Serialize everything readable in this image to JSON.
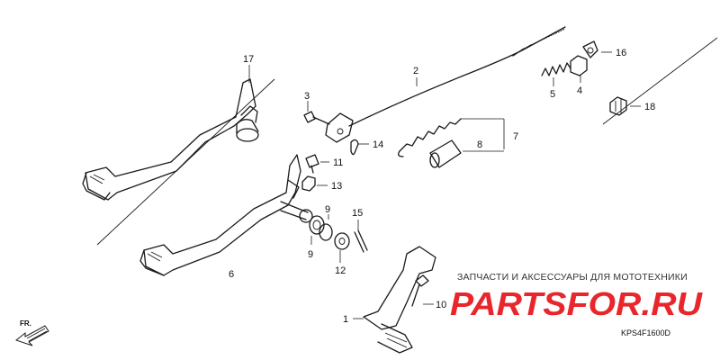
{
  "callouts": [
    {
      "num": "17"
    },
    {
      "num": "2"
    },
    {
      "num": "16"
    },
    {
      "num": "4"
    },
    {
      "num": "5"
    },
    {
      "num": "3"
    },
    {
      "num": "18"
    },
    {
      "num": "14"
    },
    {
      "num": "8"
    },
    {
      "num": "7"
    },
    {
      "num": "11"
    },
    {
      "num": "13"
    },
    {
      "num": "9"
    },
    {
      "num": "15"
    },
    {
      "num": "9"
    },
    {
      "num": "12"
    },
    {
      "num": "6"
    },
    {
      "num": "10"
    },
    {
      "num": "1"
    }
  ],
  "watermark": {
    "subtitle": "ЗАПЧАСТИ И АКСЕССУАРЫ ДЛЯ МОТОТЕХНИКИ",
    "logo_text": "PARTSFOR.RU",
    "logo_color": "#e8262b"
  },
  "diagram_code": "KPS4F1600D",
  "fr_arrow_label": "FR."
}
